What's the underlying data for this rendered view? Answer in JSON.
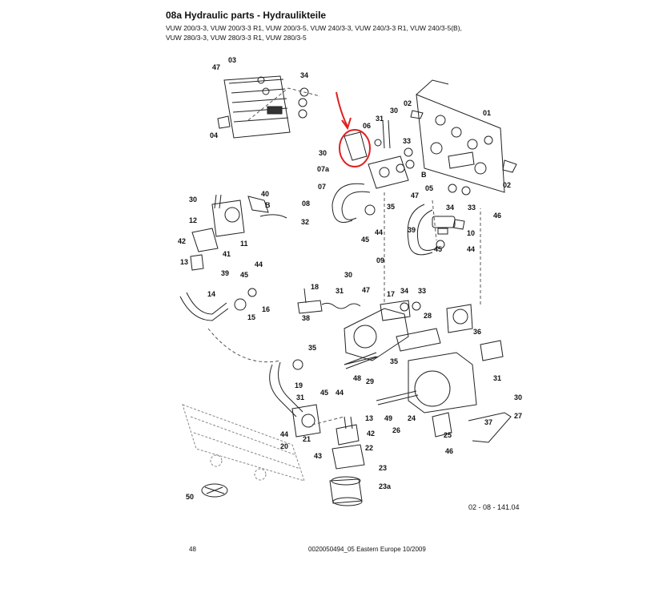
{
  "header": {
    "title": "08a Hydraulic parts - Hydraulikteile",
    "models_line1": "VUW 200/3-3, VUW 200/3-3 R1, VUW 200/3-5, VUW 240/3-3, VUW 240/3-3 R1, VUW 240/3-5(B),",
    "models_line2": "VUW 280/3-3, VUW 280/3-3 R1, VUW 280/3-5"
  },
  "diagram": {
    "callouts": [
      {
        "id": "c47a",
        "text": "47"
      },
      {
        "id": "c03",
        "text": "03"
      },
      {
        "id": "c34a",
        "text": "34"
      },
      {
        "id": "c04",
        "text": "04"
      },
      {
        "id": "c06",
        "text": "06"
      },
      {
        "id": "c31a",
        "text": "31"
      },
      {
        "id": "c30a",
        "text": "30"
      },
      {
        "id": "c02a",
        "text": "02"
      },
      {
        "id": "c01",
        "text": "01"
      },
      {
        "id": "c33a",
        "text": "33"
      },
      {
        "id": "c30b",
        "text": "30"
      },
      {
        "id": "c07a",
        "text": "07a"
      },
      {
        "id": "cB1",
        "text": "B"
      },
      {
        "id": "c07",
        "text": "07"
      },
      {
        "id": "c47b",
        "text": "47"
      },
      {
        "id": "c05",
        "text": "05"
      },
      {
        "id": "c02b",
        "text": "02"
      },
      {
        "id": "c30c",
        "text": "30"
      },
      {
        "id": "c40",
        "text": "40"
      },
      {
        "id": "cB2",
        "text": "B"
      },
      {
        "id": "c08",
        "text": "08"
      },
      {
        "id": "c35a",
        "text": "35"
      },
      {
        "id": "c34b",
        "text": "34"
      },
      {
        "id": "c33b",
        "text": "33"
      },
      {
        "id": "c46a",
        "text": "46"
      },
      {
        "id": "c12",
        "text": "12"
      },
      {
        "id": "c32",
        "text": "32"
      },
      {
        "id": "c44a",
        "text": "44"
      },
      {
        "id": "c39a",
        "text": "39"
      },
      {
        "id": "c10",
        "text": "10"
      },
      {
        "id": "c42a",
        "text": "42"
      },
      {
        "id": "c11",
        "text": "11"
      },
      {
        "id": "c45a",
        "text": "45"
      },
      {
        "id": "c41",
        "text": "41"
      },
      {
        "id": "c09",
        "text": "09"
      },
      {
        "id": "c45b",
        "text": "45"
      },
      {
        "id": "c44b",
        "text": "44"
      },
      {
        "id": "c13a",
        "text": "13"
      },
      {
        "id": "c39b",
        "text": "39"
      },
      {
        "id": "c44c",
        "text": "44"
      },
      {
        "id": "c45c",
        "text": "45"
      },
      {
        "id": "c30d",
        "text": "30"
      },
      {
        "id": "c18",
        "text": "18"
      },
      {
        "id": "c31b",
        "text": "31"
      },
      {
        "id": "c47c",
        "text": "47"
      },
      {
        "id": "c17",
        "text": "17"
      },
      {
        "id": "c34c",
        "text": "34"
      },
      {
        "id": "c33c",
        "text": "33"
      },
      {
        "id": "c14",
        "text": "14"
      },
      {
        "id": "c16",
        "text": "16"
      },
      {
        "id": "c15",
        "text": "15"
      },
      {
        "id": "c38",
        "text": "38"
      },
      {
        "id": "c28",
        "text": "28"
      },
      {
        "id": "c36",
        "text": "36"
      },
      {
        "id": "c35b",
        "text": "35"
      },
      {
        "id": "c35c",
        "text": "35"
      },
      {
        "id": "c19",
        "text": "19"
      },
      {
        "id": "c48",
        "text": "48"
      },
      {
        "id": "c31c",
        "text": "31"
      },
      {
        "id": "c30e",
        "text": "30"
      },
      {
        "id": "c29",
        "text": "29"
      },
      {
        "id": "c45d",
        "text": "45"
      },
      {
        "id": "c44d",
        "text": "44"
      },
      {
        "id": "c31d",
        "text": "31"
      },
      {
        "id": "c27",
        "text": "27"
      },
      {
        "id": "c49",
        "text": "49"
      },
      {
        "id": "c24",
        "text": "24"
      },
      {
        "id": "c37",
        "text": "37"
      },
      {
        "id": "c13b",
        "text": "13"
      },
      {
        "id": "c44e",
        "text": "44"
      },
      {
        "id": "c21",
        "text": "21"
      },
      {
        "id": "c42b",
        "text": "42"
      },
      {
        "id": "c26",
        "text": "26"
      },
      {
        "id": "c25",
        "text": "25"
      },
      {
        "id": "c20",
        "text": "20"
      },
      {
        "id": "c22",
        "text": "22"
      },
      {
        "id": "c46b",
        "text": "46"
      },
      {
        "id": "c43",
        "text": "43"
      },
      {
        "id": "c23",
        "text": "23"
      },
      {
        "id": "c50",
        "text": "50"
      },
      {
        "id": "c23a",
        "text": "23a"
      }
    ]
  },
  "footer": {
    "drawing_ref": "02 - 08 - 141.04",
    "page_number": "48",
    "doc_code": "0020050494_05 Eastern Europe 10/2009"
  },
  "colors": {
    "line": "#222222",
    "highlight": "#e02020",
    "background": "#ffffff"
  }
}
